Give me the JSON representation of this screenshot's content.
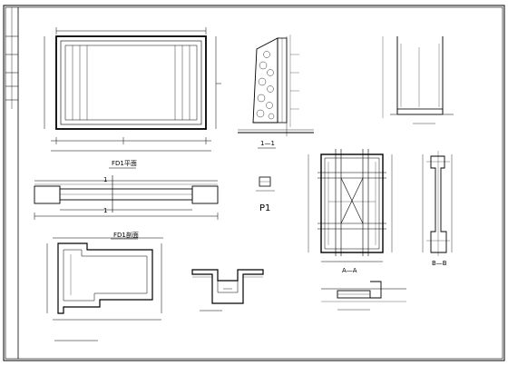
{
  "drawing": {
    "views": {
      "plan": {
        "caption": "FD1平面"
      },
      "section": {
        "caption": "FD1剖面",
        "mark_top": "1",
        "mark_bottom": "1"
      },
      "wall_section": {
        "caption": "1—1"
      },
      "pier": {
        "caption": "P1"
      },
      "elevation": {
        "caption": "A—A"
      },
      "side_section": {
        "caption": "B—B"
      }
    }
  }
}
